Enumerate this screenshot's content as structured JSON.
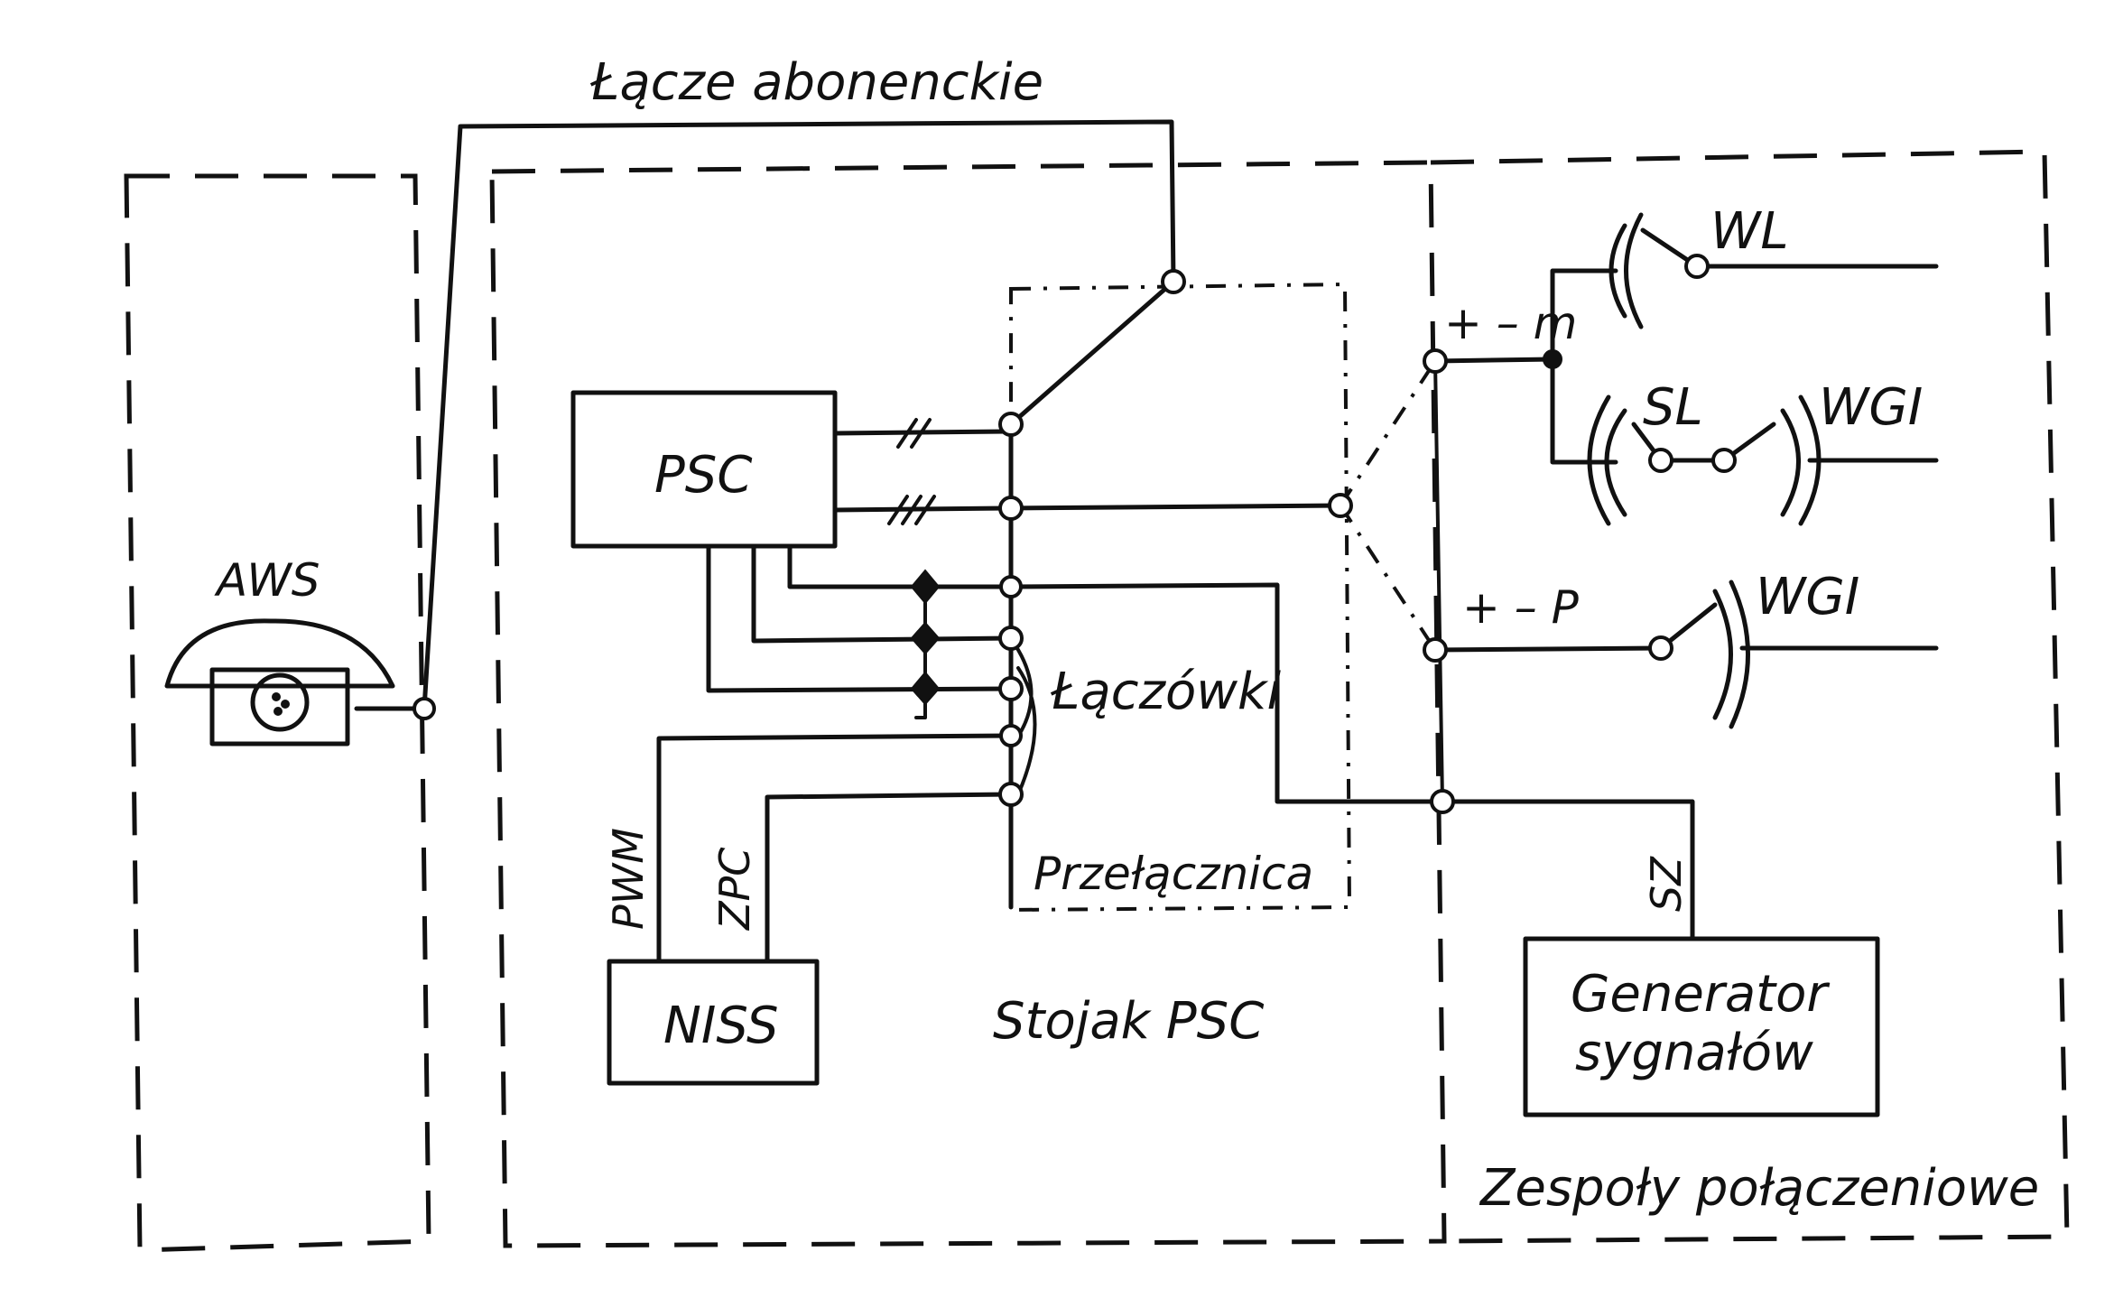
{
  "labels": {
    "subscriber_line": "Łącze abonenckie",
    "aws": "AWS",
    "psc": "PSC",
    "niss": "NISS",
    "pwm": "PWM",
    "zpc": "ZPC",
    "laczowki": "Łączówki",
    "przelacznica": "Przełącznica",
    "stojak": "Stojak PSC",
    "plus_minus_m": "+ – m",
    "plus_minus_p": "+ – P",
    "wl": "WL",
    "sl": "SL",
    "wgi_top": "WGI",
    "wgi_bottom": "WGI",
    "sz": "SZ",
    "generator_line1": "Generator",
    "generator_line2": "sygnałów",
    "zespoly": "Zespoły połączeniowe"
  }
}
